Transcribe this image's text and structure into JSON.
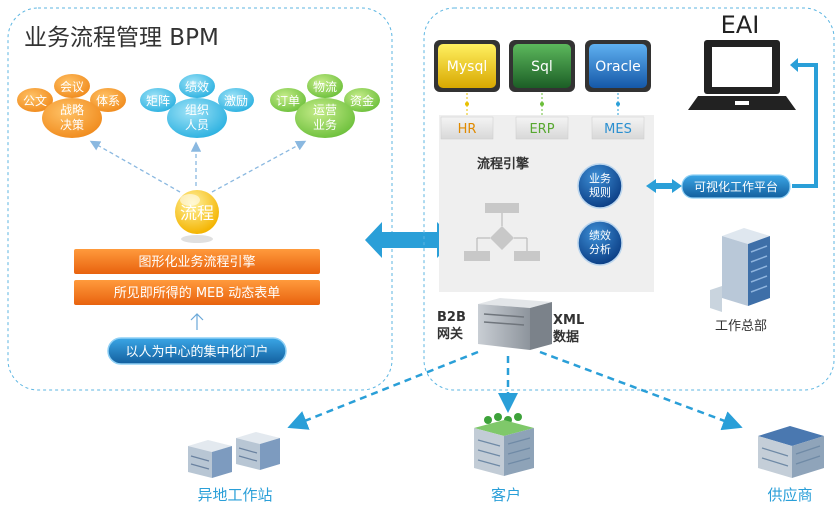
{
  "bpm": {
    "title": "业务流程管理 BPM",
    "cluster_strategy": {
      "center": [
        "战略",
        "决策"
      ],
      "satellites": [
        "公文",
        "会议",
        "体系"
      ]
    },
    "cluster_org": {
      "center": [
        "组织",
        "人员"
      ],
      "satellites": [
        "矩阵",
        "绩效",
        "激励"
      ]
    },
    "cluster_ops": {
      "center": [
        "运营",
        "业务"
      ],
      "satellites": [
        "订单",
        "物流",
        "资金"
      ]
    },
    "process_label": "流程",
    "bar1": "图形化业务流程引擎",
    "bar2": "所见即所得的 MEB 动态表单",
    "portal": "以人为中心的集中化门户"
  },
  "engine": {
    "databases": [
      "Mysql",
      "Sql",
      "Oracle"
    ],
    "systems": [
      "HR",
      "ERP",
      "MES"
    ],
    "engine_label": "流程引擎",
    "circles": [
      [
        "业务",
        "规则"
      ],
      [
        "绩效",
        "分析"
      ]
    ],
    "gateway_label": [
      "B2B",
      "网关"
    ],
    "xml_label": [
      "XML",
      "数据"
    ],
    "eai": "EAI",
    "platform": "可视化工作平台",
    "headquarters": "工作总部"
  },
  "outputs": [
    "异地工作站",
    "客户",
    "供应商"
  ],
  "colors": {
    "accent_blue": "#2a9fd8",
    "orange": "#f07a1c",
    "portal_blue": "#1d87cc",
    "yellow": "#f4b400",
    "green": "#6bbf3a",
    "mysql": "#e8c000",
    "sql": "#2e7d3a",
    "oracle": "#1e6fc4"
  }
}
